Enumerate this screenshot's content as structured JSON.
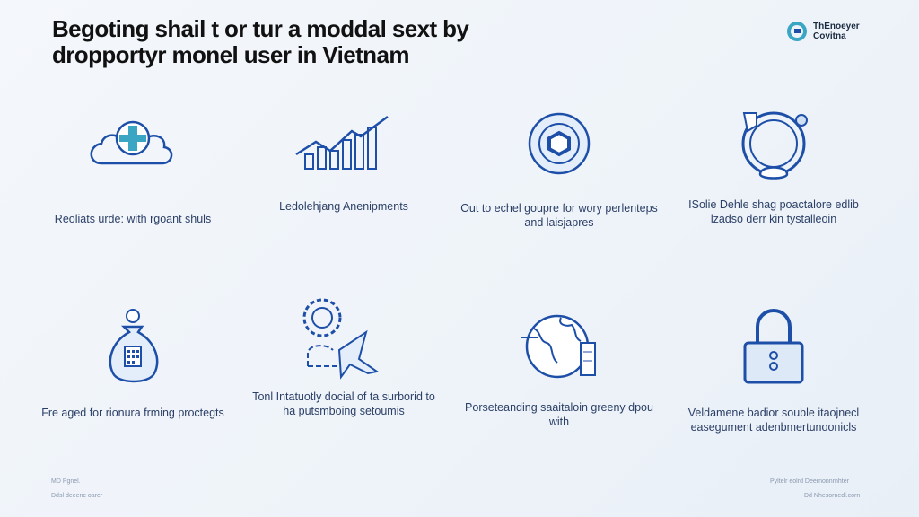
{
  "title": "Begoting shail t or tur a moddal sext by dropportyr monel user in Vietnam",
  "logo": {
    "line1": "ThEnoeyer",
    "line2": "Covitna"
  },
  "items": [
    {
      "icon": "cloud-cross-icon",
      "label": "Reoliats urde: with rgoant shuls"
    },
    {
      "icon": "growth-chart-icon",
      "label": "Ledolehjang Anenipments"
    },
    {
      "icon": "hexagon-coin-icon",
      "label": "Out to echel goupre for wory perlenteps and laisjapres"
    },
    {
      "icon": "ring-network-icon",
      "label": "ISolie Dehle shag poactalore edlib lzadso derr kin tystalleoin"
    },
    {
      "icon": "money-bag-icon",
      "label": "Fre aged for rionura frming proctegts"
    },
    {
      "icon": "transfer-plane-icon",
      "label": "Tonl Intatuotly docial of ta surborid to ha putsmboing setoumis"
    },
    {
      "icon": "globe-card-icon",
      "label": "Porseteanding saaitaloin greeny dpou with"
    },
    {
      "icon": "padlock-icon",
      "label": "Veldamene badior souble itaojnecl easegument adenbmertunoonicls"
    }
  ],
  "footer": {
    "left1": "MD Pgnel.",
    "left2": "Ddsl deeenc oarer",
    "right1": "Pyltelr eolrd Deernonnrnhter",
    "right2": "Dd Nhesornedl.corn"
  },
  "colors": {
    "accent": "#1e4fa8",
    "teal": "#3aa6c4"
  }
}
